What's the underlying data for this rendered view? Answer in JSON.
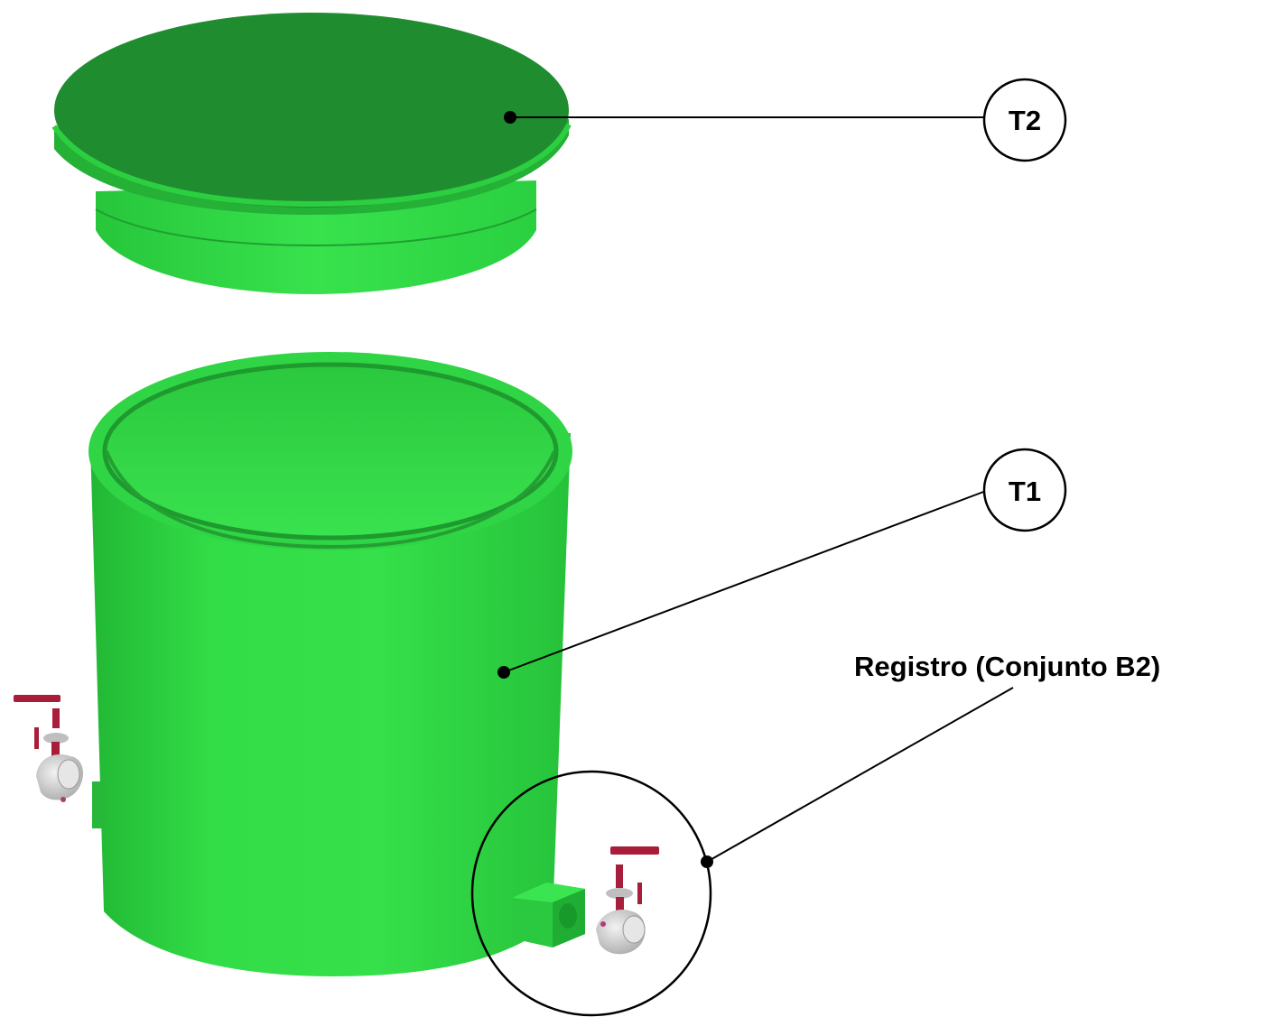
{
  "callouts": {
    "t2": "T2",
    "t1": "T1",
    "registro": "Registro (Conjunto B2)"
  },
  "colors": {
    "tank_green_light": "#35e04a",
    "tank_green_mid": "#2cc23c",
    "tank_green_dark": "#1f8f2c",
    "lid_top": "#1f8c30",
    "valve_red": "#a81d3a",
    "valve_gray": "#d4d4d4",
    "line": "#000000"
  },
  "parts": {
    "lid": "tank-lid",
    "body": "tank-body",
    "valve_left": "ball-valve",
    "valve_right": "ball-valve"
  }
}
